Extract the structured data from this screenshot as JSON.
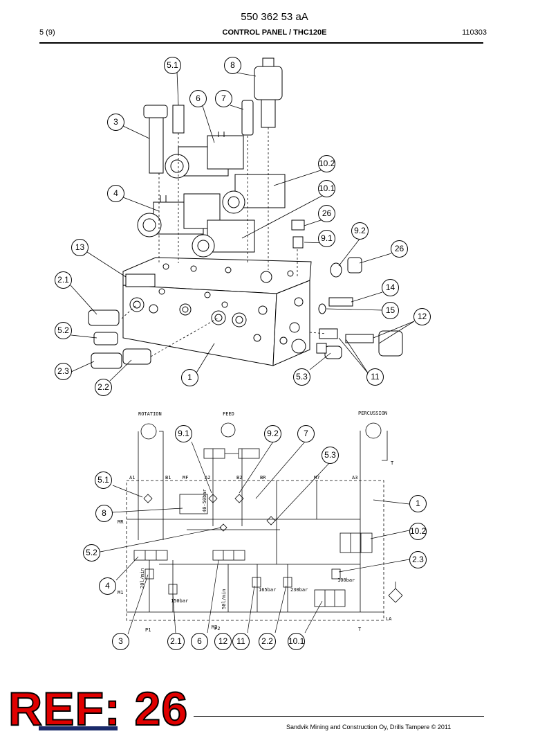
{
  "header": {
    "doc_number": "550 362 53 aA",
    "page": "5 (9)",
    "title": "CONTROL PANEL / THC120E",
    "date": "110303"
  },
  "exploded_callouts": [
    {
      "label": "5.1"
    },
    {
      "label": "8"
    },
    {
      "label": "6"
    },
    {
      "label": "7"
    },
    {
      "label": "3"
    },
    {
      "label": "10.2"
    },
    {
      "label": "10.1"
    },
    {
      "label": "4"
    },
    {
      "label": "26"
    },
    {
      "label": "9.1"
    },
    {
      "label": "9.2"
    },
    {
      "label": "26"
    },
    {
      "label": "13"
    },
    {
      "label": "2.1"
    },
    {
      "label": "14"
    },
    {
      "label": "15"
    },
    {
      "label": "12"
    },
    {
      "label": "5.2"
    },
    {
      "label": "2.3"
    },
    {
      "label": "1"
    },
    {
      "label": "5.3"
    },
    {
      "label": "11"
    },
    {
      "label": "2.2"
    }
  ],
  "schematic_callouts": [
    {
      "label": "9.1"
    },
    {
      "label": "9.2"
    },
    {
      "label": "7"
    },
    {
      "label": "5.3"
    },
    {
      "label": "5.1"
    },
    {
      "label": "1"
    },
    {
      "label": "8"
    },
    {
      "label": "10.2"
    },
    {
      "label": "5.2"
    },
    {
      "label": "2.3"
    },
    {
      "label": "4"
    },
    {
      "label": "3"
    },
    {
      "label": "2.1"
    },
    {
      "label": "6"
    },
    {
      "label": "12"
    },
    {
      "label": "11"
    },
    {
      "label": "2.2"
    },
    {
      "label": "10.1"
    }
  ],
  "schematic_labels": {
    "rotation": "ROTATION",
    "feed": "FEED",
    "percussion": "PERCUSSION",
    "a1": "A1",
    "b1": "B1",
    "mf": "MF",
    "a2": "A2",
    "b2": "B2",
    "br": "BR",
    "m7": "M7",
    "a3": "A3",
    "mr": "MR",
    "m1": "M1",
    "m2": "M2",
    "p1": "P1",
    "p2": "P2",
    "t": "T",
    "la": "LA",
    "t_top": "T",
    "p_150": "150bar",
    "p_230": "230bar",
    "p_100": "100bar",
    "p_165": "165bar",
    "flow_20": "20l/min",
    "flow_50": "50l/min",
    "flow_40": "40-50bar"
  },
  "ref_stamp": "REF: 26",
  "footer": {
    "text": "Sandvik Mining and Construction Oy, Drills Tampere © 2011"
  }
}
